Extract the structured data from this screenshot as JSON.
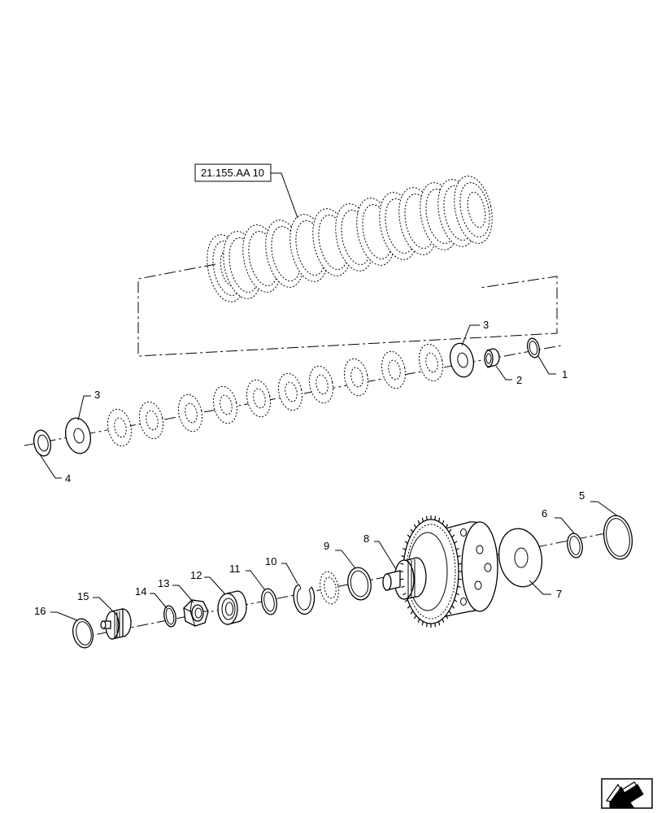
{
  "reference": {
    "label": "21.155.AA 10"
  },
  "callouts": [
    {
      "id": "c1",
      "text": "1"
    },
    {
      "id": "c2",
      "text": "2"
    },
    {
      "id": "c3a",
      "text": "3"
    },
    {
      "id": "c3b",
      "text": "3"
    },
    {
      "id": "c4",
      "text": "4"
    },
    {
      "id": "c5",
      "text": "5"
    },
    {
      "id": "c6",
      "text": "6"
    },
    {
      "id": "c7",
      "text": "7"
    },
    {
      "id": "c8",
      "text": "8"
    },
    {
      "id": "c9",
      "text": "9"
    },
    {
      "id": "c10",
      "text": "10"
    },
    {
      "id": "c11",
      "text": "11"
    },
    {
      "id": "c12",
      "text": "12"
    },
    {
      "id": "c13",
      "text": "13"
    },
    {
      "id": "c14",
      "text": "14"
    },
    {
      "id": "c15",
      "text": "15"
    },
    {
      "id": "c16",
      "text": "16"
    }
  ],
  "icons": {
    "corner": "next-page-arrow-icon"
  },
  "colors": {
    "line": "#000000",
    "background": "#ffffff"
  }
}
